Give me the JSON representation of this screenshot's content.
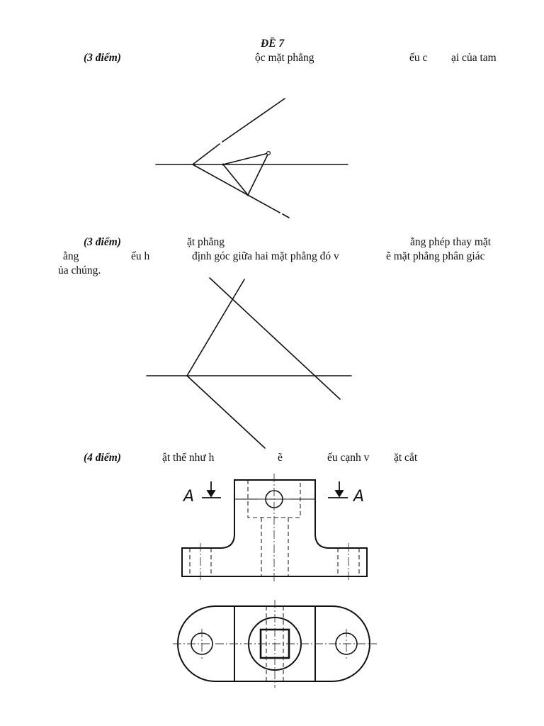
{
  "title": "ĐỀ 7",
  "questions": [
    {
      "points": "(3 điểm)",
      "fragments": [
        "ộc mặt phẳng",
        "ếu c",
        "ại của tam"
      ]
    },
    {
      "points": "(3 điểm)",
      "fragments": [
        "ặt phẳng",
        "ằng phép thay mặt",
        "ằng",
        "ếu h",
        "định góc giữa hai mặt phẳng đó v",
        "ẽ mặt phẳng phân giác",
        "ủa chúng."
      ]
    },
    {
      "points": "(4 điểm)",
      "fragments": [
        "ật thể như h",
        "ẽ",
        "ếu cạnh v",
        "ặt cắt"
      ]
    }
  ],
  "drawing3": {
    "section_label_left": "A",
    "section_label_right": "A"
  }
}
